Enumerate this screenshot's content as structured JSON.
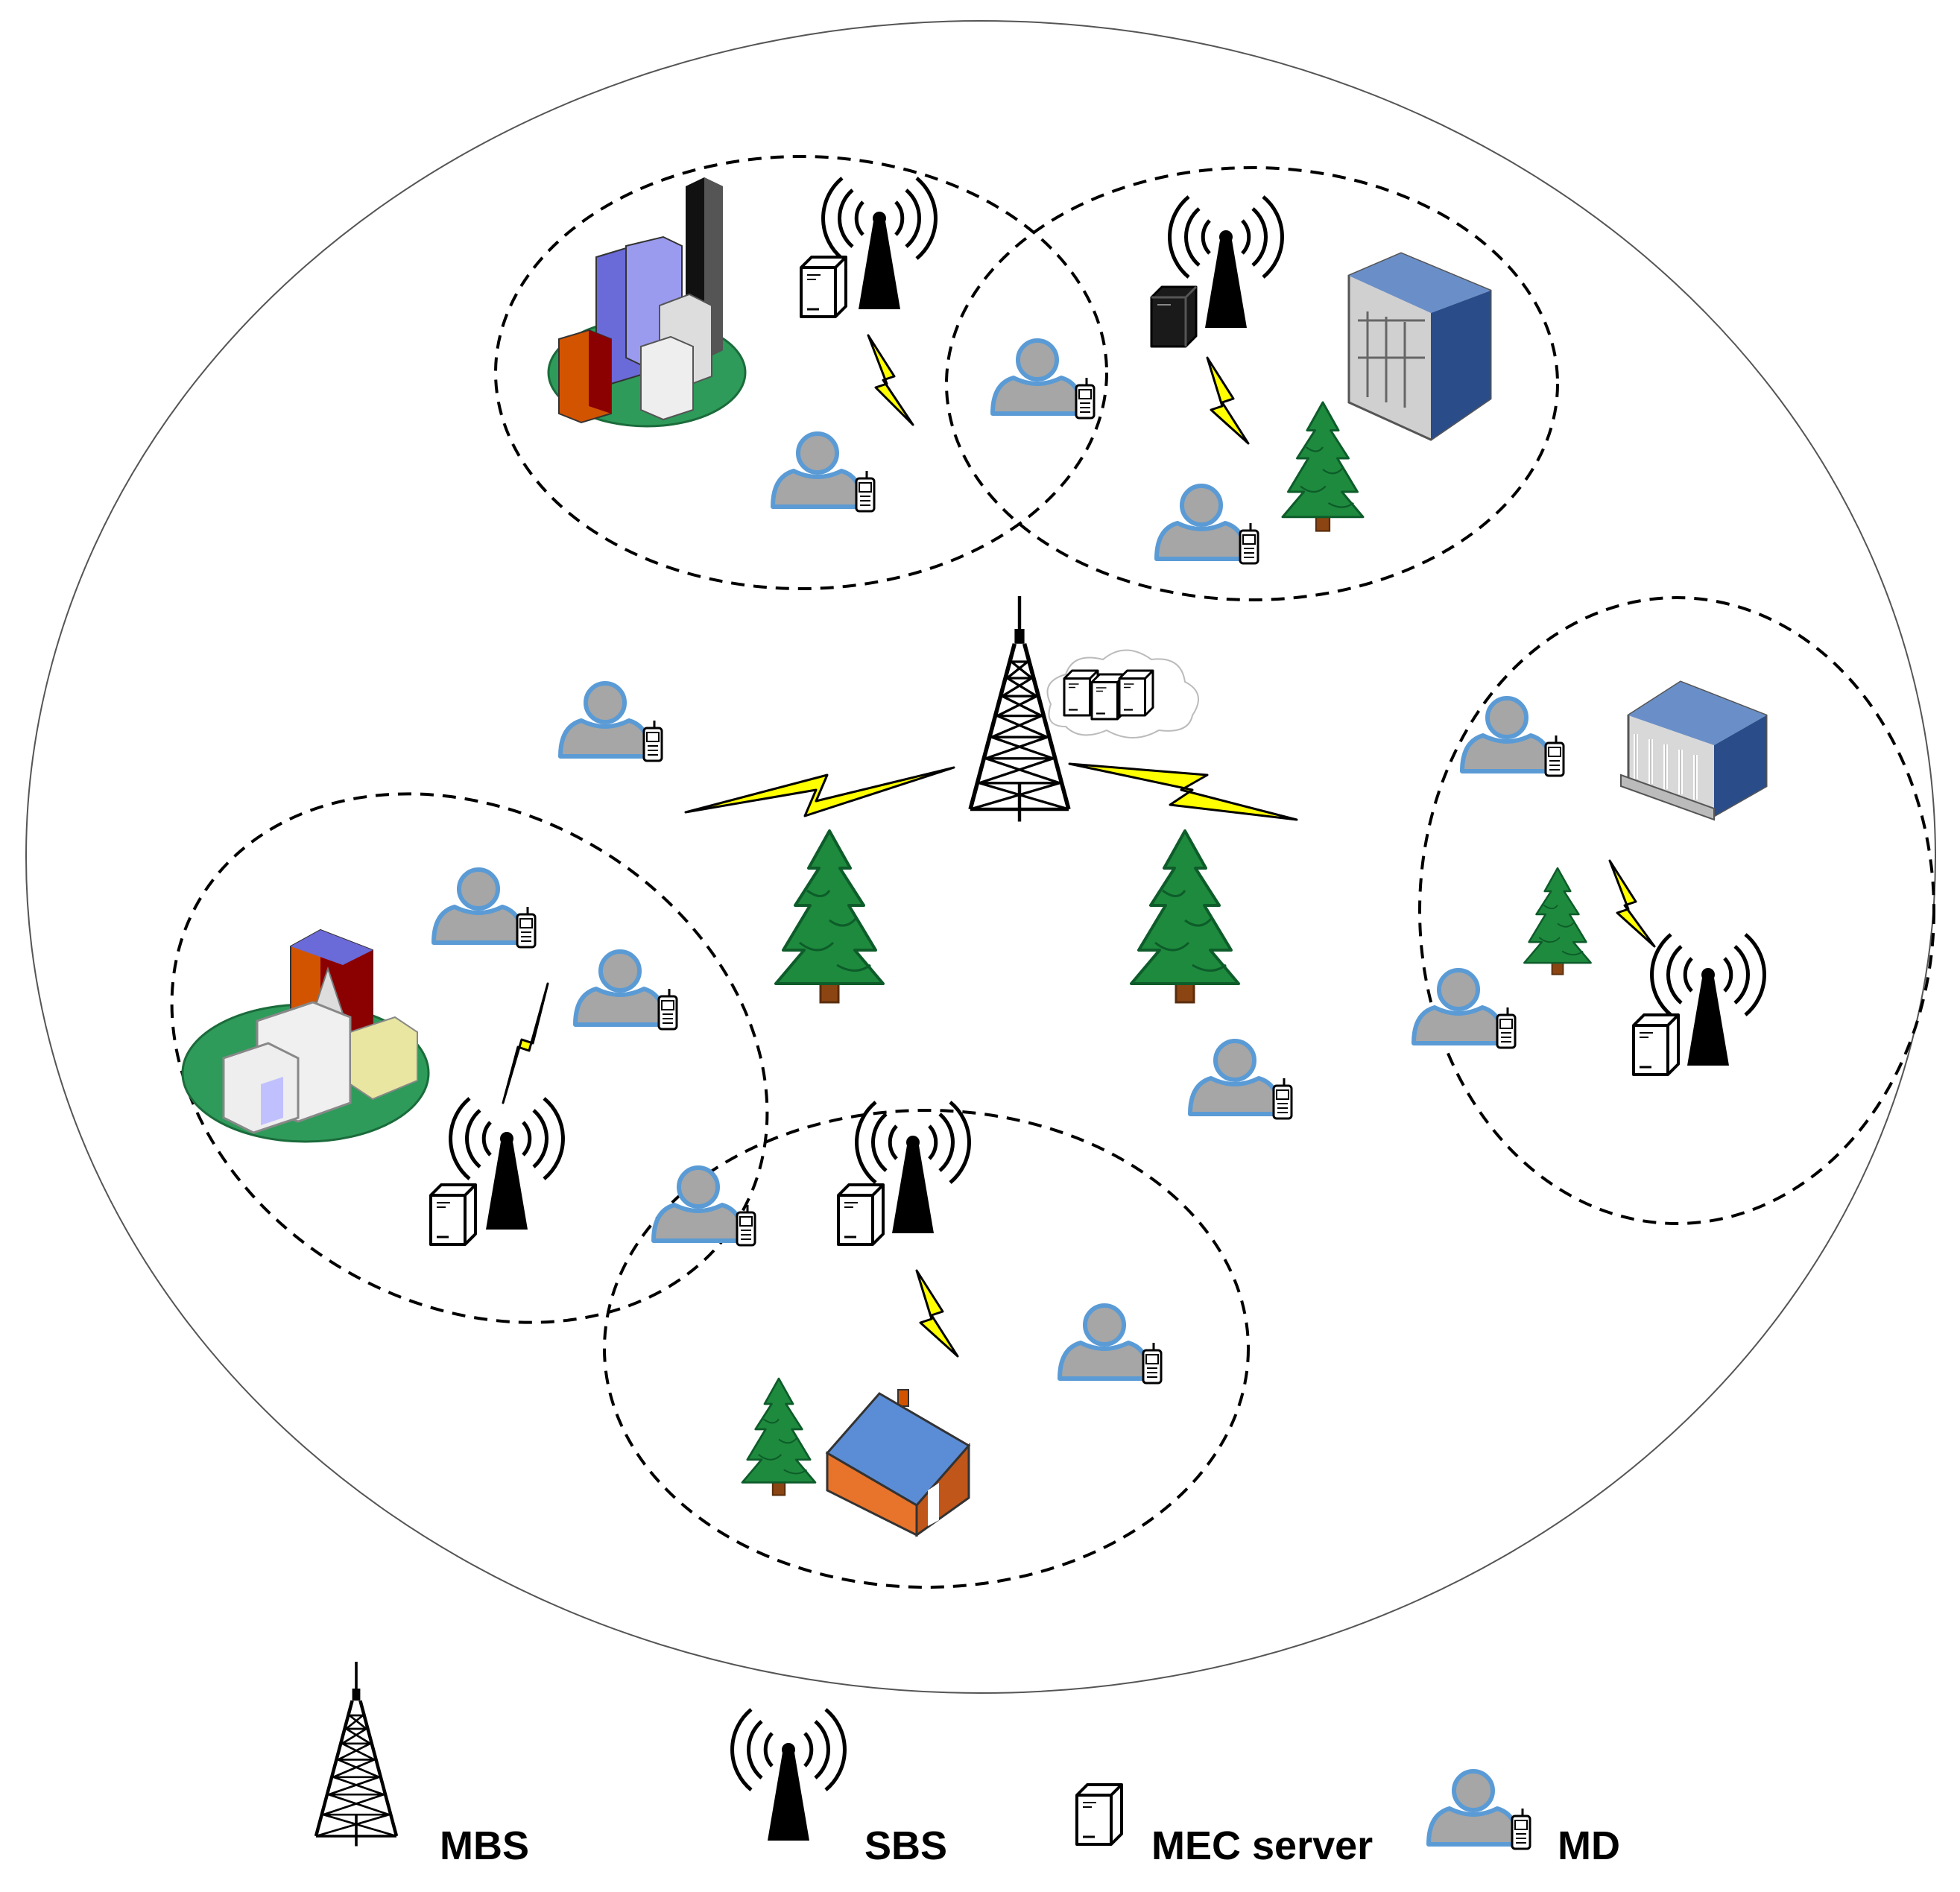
{
  "legend": {
    "mbs": "MBS",
    "sbs": "SBS",
    "mec": "MEC server",
    "md": "MD"
  },
  "colors": {
    "lightning": "#ffff00",
    "tree_dark": "#0d5c2a",
    "tree_light": "#1e8a3d",
    "user_fill": "#a6a6a6",
    "user_stroke": "#5b9bd5",
    "ground": "#2e9b5a"
  }
}
